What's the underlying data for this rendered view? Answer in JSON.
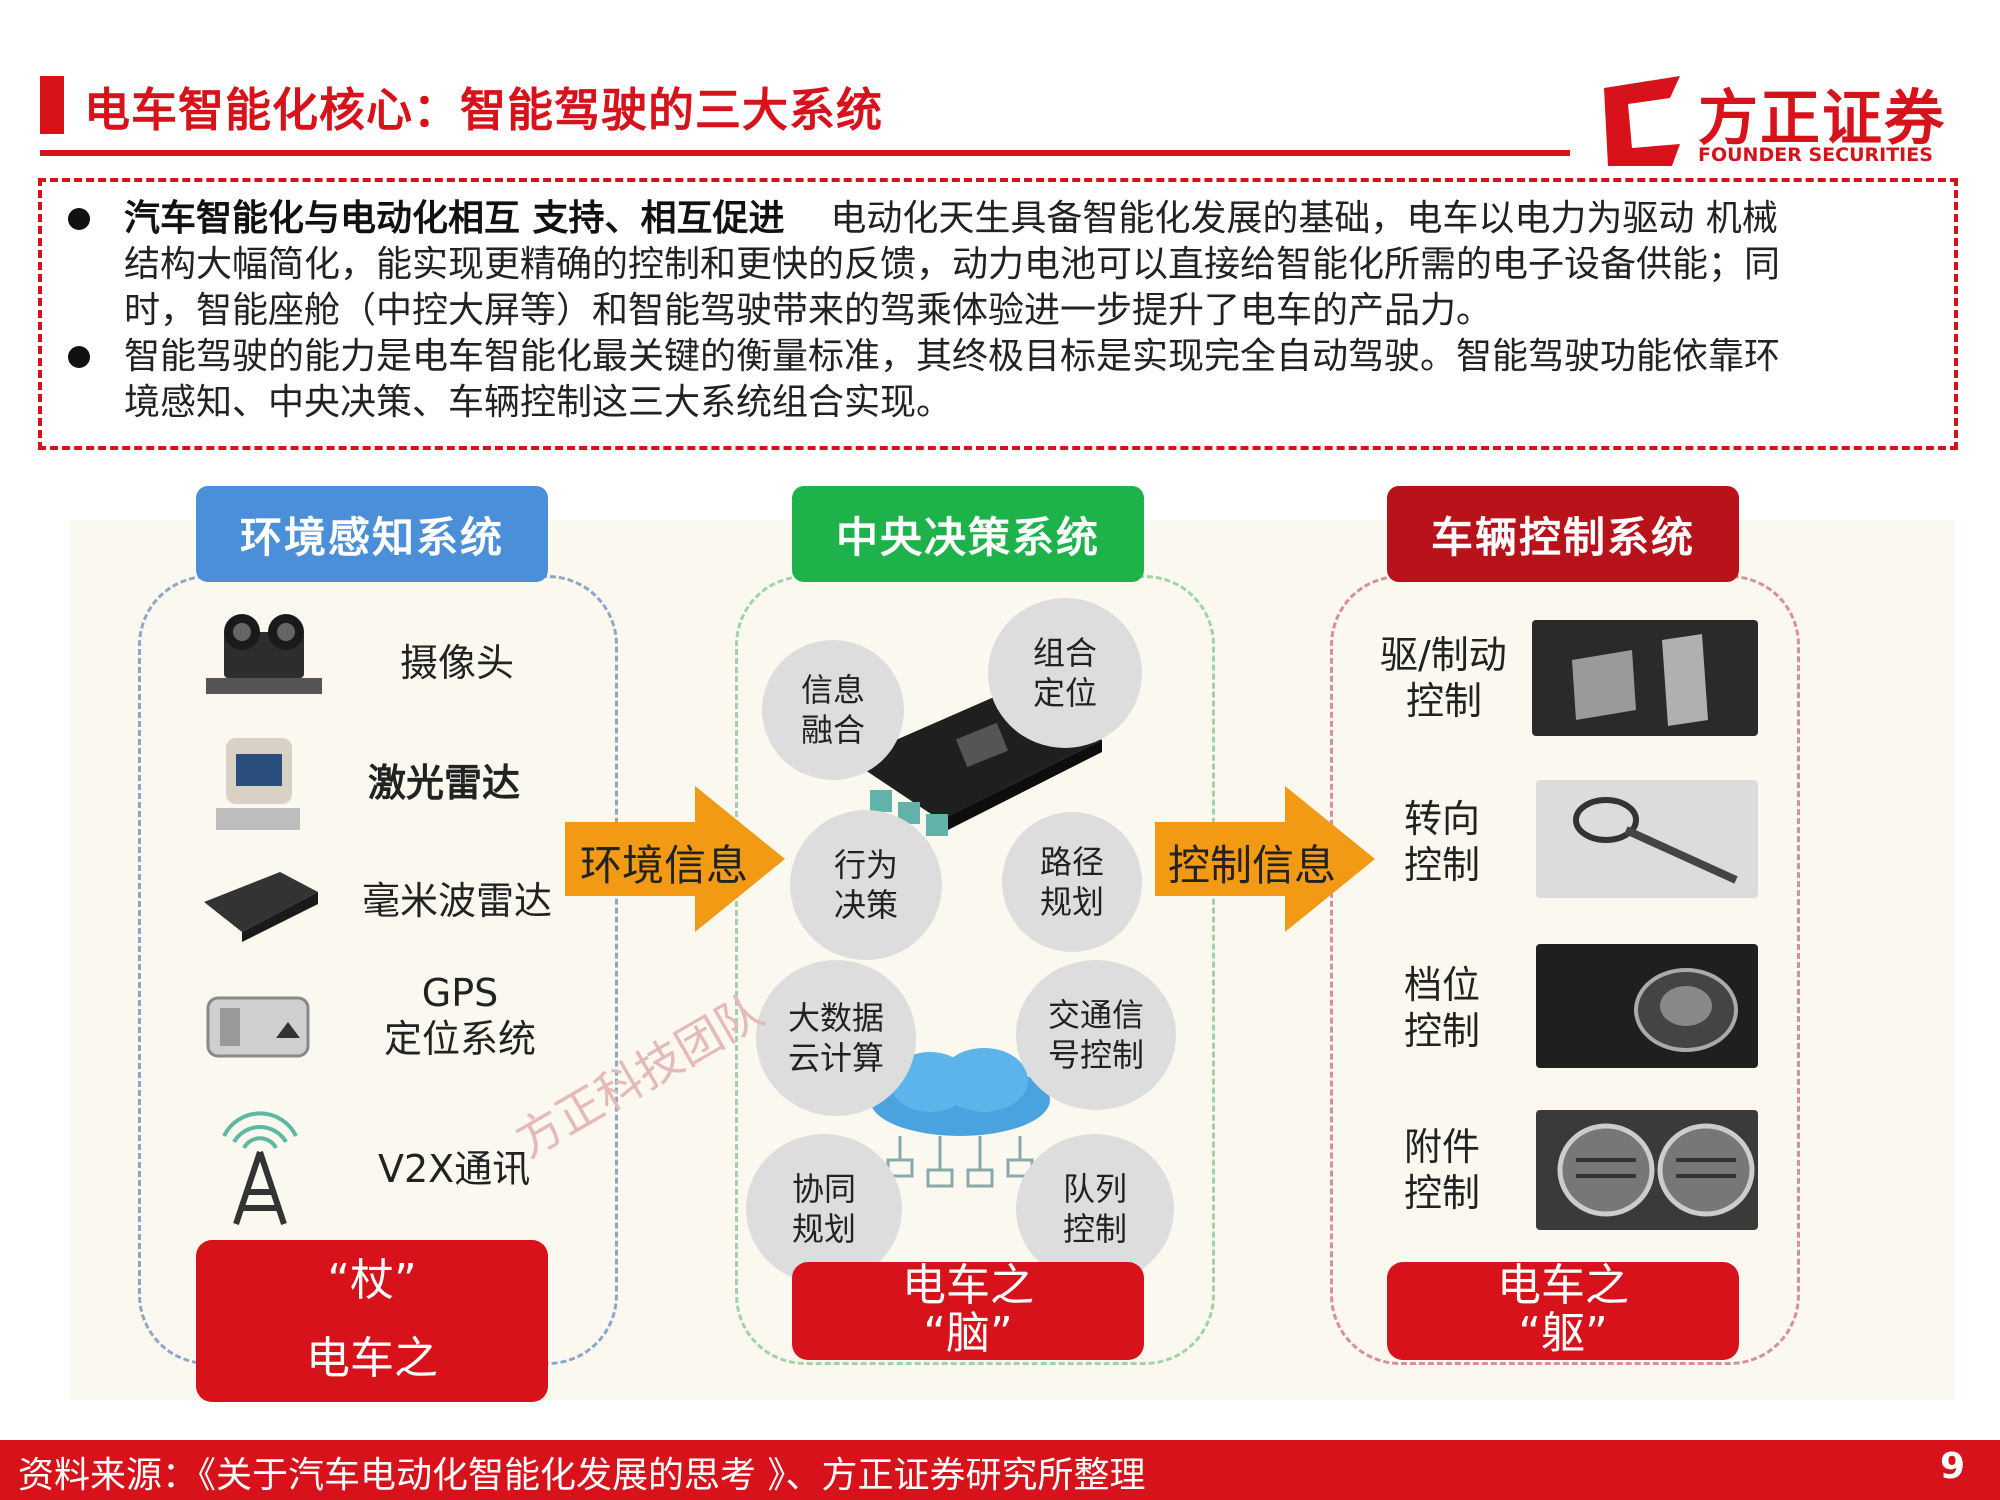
{
  "header": {
    "title": "电车智能化核心：智能驾驶的三大系统",
    "logo_cn": "方正证券",
    "logo_en": "FOUNDER SECURITIES"
  },
  "intro": {
    "p1_bold": "汽车智能化与电动化相互 支持、相互促进",
    "p1_line1": "电动化天生具备智能化发展的基础，电车以电力为驱动  机械",
    "p1_line2": "结构大幅简化，能实现更精确的控制和更快的反馈，动力电池可以直接给智能化所需的电子设备供能；同",
    "p1_line3": "时，智能座舱（中控大屏等）和智能驾驶带来的驾乘体验进一步提升了电车的产品力。",
    "p2_line1": "智能驾驶的能力是电车智能化最关键的衡量标准，其终极目标是实现完全自动驾驶。智能驾驶功能依靠环",
    "p2_line2": "境感知、中央决策、车辆控制这三大系统组合实现。"
  },
  "columns": {
    "perception": {
      "title": "环境感知系统",
      "color": "#4a8fd8",
      "items": [
        "摄像头",
        "激光雷达",
        "毫米波雷达",
        "GPS",
        "定位系统",
        "V2X通讯"
      ],
      "footer_line1": "“杖”",
      "footer_line2": "电车之"
    },
    "decision": {
      "title": "中央决策系统",
      "color": "#1db24a",
      "bubbles": [
        "信息",
        "融合",
        "组合",
        "定位",
        "行为",
        "决策",
        "路径",
        "规划",
        "大数据",
        "云计算",
        "交通信",
        "号控制",
        "协同",
        "规划",
        "队列",
        "控制"
      ],
      "footer_line1": "电车之",
      "footer_line2": "“脑”"
    },
    "control": {
      "title": "车辆控制系统",
      "color": "#b8121b",
      "items": [
        "驱/制动",
        "控制",
        "转向",
        "控制",
        "档位",
        "控制",
        "附件",
        "控制"
      ],
      "footer_line1": "电车之",
      "footer_line2": "“躯”"
    }
  },
  "arrows": {
    "left": "环境信息",
    "right": "控制信息",
    "color": "#f39a14"
  },
  "watermark": "方正科技团队",
  "footer": {
    "source": "资料来源：《关于汽车电动化智能化发展的思考 》、方正证券研究所整理",
    "page": "9"
  }
}
